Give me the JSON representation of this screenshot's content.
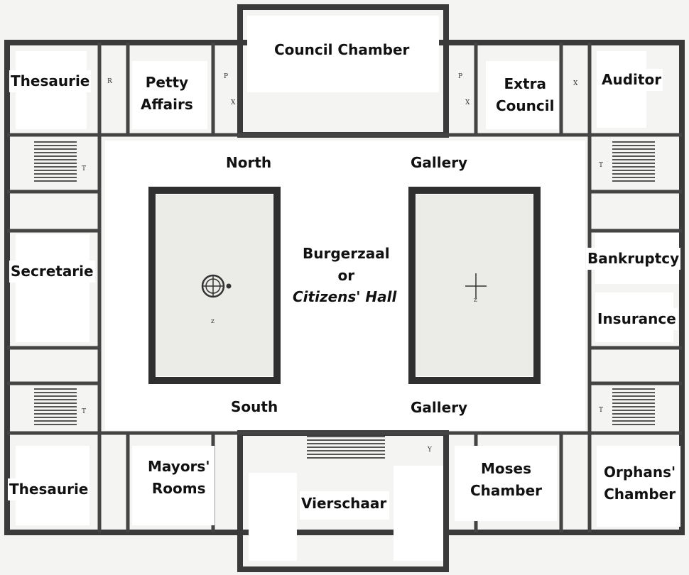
{
  "rooms": {
    "council_chamber": "Council Chamber",
    "thesaurie_north": "Thesaurie",
    "petty_affairs": [
      "Petty",
      "Affairs"
    ],
    "extra_council": [
      "Extra",
      "Council"
    ],
    "auditor": "Auditor",
    "north_gallery": [
      "North",
      "Gallery"
    ],
    "south_gallery": [
      "South",
      "Gallery"
    ],
    "secretarie": "Secretarie",
    "burgerzaal": [
      "Burgerzaal",
      "or"
    ],
    "citizens_hall": "Citizens' Hall",
    "bankruptcy": "Bankruptcy",
    "insurance": "Insurance",
    "thesaurie_south": "Thesaurie",
    "mayors_rooms": [
      "Mayors'",
      "Rooms"
    ],
    "vierschaar": "Vierschaar",
    "moses_chamber": [
      "Moses",
      "Chamber"
    ],
    "orphans_chamber": [
      "Orphans'",
      "Chamber"
    ]
  },
  "plan_marks": {
    "r": "R",
    "p": "P",
    "x": "X",
    "t": "T",
    "y": "Y",
    "z": "z"
  },
  "colors": {
    "wall": "#3a3a3a",
    "pier": "#2a2a2a",
    "floor": "#f2f2ef",
    "room": "#ffffff"
  }
}
